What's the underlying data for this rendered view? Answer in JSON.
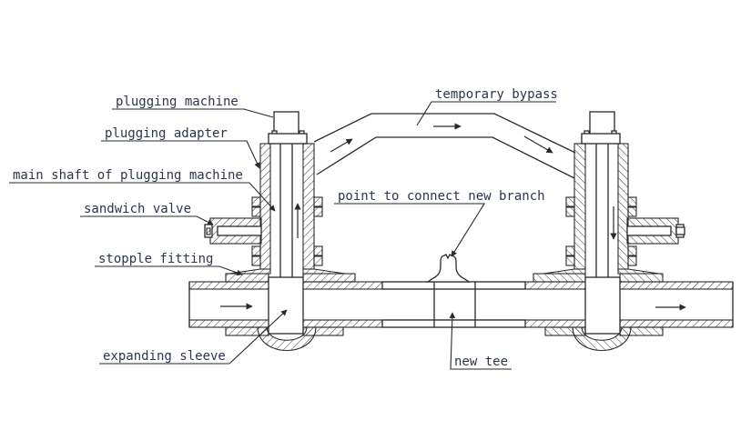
{
  "colors": {
    "background": "#ffffff",
    "line": "#2a2a2a",
    "text": "#2b3550"
  },
  "labels": {
    "plugging_machine": "plugging machine",
    "plugging_adapter": "plugging adapter",
    "main_shaft": "main shaft of plugging machine",
    "sandwich_valve": "sandwich valve",
    "stopple_fitting": "stopple fitting",
    "expanding_sleeve": "expanding sleeve",
    "temporary_bypass": "temporary bypass",
    "connect_point": "point to connect new branch",
    "new_tee": "new tee"
  },
  "arrows": {
    "pipe_flow_left": "right",
    "pipe_flow_right": "right",
    "bypass_rise": "up-right",
    "bypass_top": "right",
    "bypass_fall": "down-right",
    "left_shaft_flow": "up",
    "right_shaft_flow": "down"
  }
}
